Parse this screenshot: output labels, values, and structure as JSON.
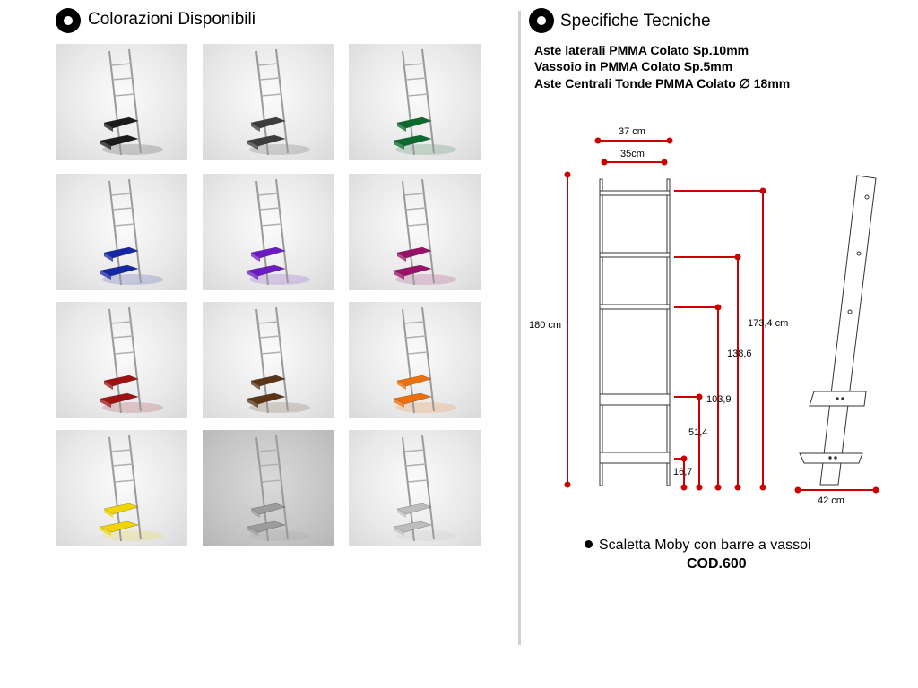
{
  "left_section": {
    "title": "Colorazioni Disponibili",
    "colors": [
      {
        "name": "black",
        "hex": "#1b1b1b"
      },
      {
        "name": "smoke",
        "hex": "#3d3d3d"
      },
      {
        "name": "green",
        "hex": "#0e6a2c"
      },
      {
        "name": "blue",
        "hex": "#1428a6"
      },
      {
        "name": "violet",
        "hex": "#6c1ac4"
      },
      {
        "name": "magenta",
        "hex": "#9a1168"
      },
      {
        "name": "red",
        "hex": "#9e1212"
      },
      {
        "name": "brown",
        "hex": "#5b3616"
      },
      {
        "name": "orange",
        "hex": "#ef6f08"
      },
      {
        "name": "yellow",
        "hex": "#f2d400"
      },
      {
        "name": "transparent-grey",
        "hex": "#9c9c9c"
      },
      {
        "name": "transparent",
        "hex": "#bdbdbd"
      }
    ]
  },
  "right_section": {
    "title": "Specifiche Tecniche",
    "specs": [
      "Aste laterali PMMA Colato Sp.10mm",
      "Vassoio in PMMA Colato Sp.5mm",
      "Aste Centrali Tonde PMMA Colato ∅ 18mm"
    ],
    "dimensions": {
      "width_outer": "37 cm",
      "width_inner": "35cm",
      "height_total": "180 cm",
      "d1": "173,4 cm",
      "d2": "138,6",
      "d3": "103,9",
      "d4": "51,4",
      "d5": "16,7",
      "depth": "42 cm"
    },
    "caption": "Scaletta Moby con barre a vassoi",
    "code": "COD.600",
    "accent_color": "#cc0000"
  }
}
